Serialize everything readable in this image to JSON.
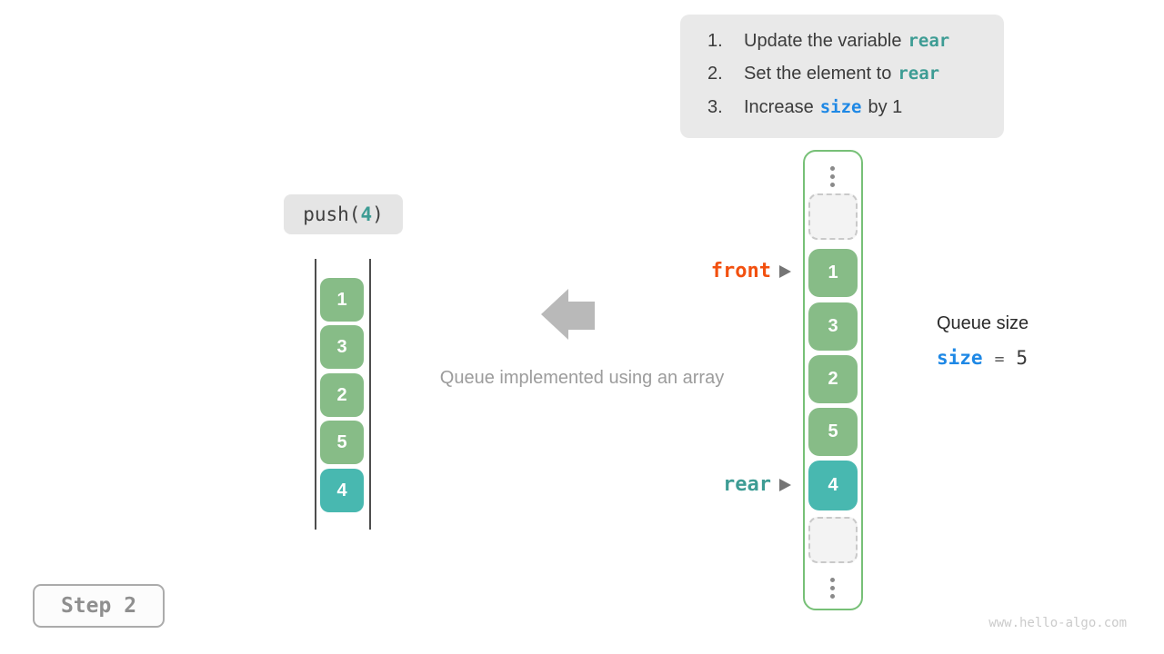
{
  "colors": {
    "green_cell": "#87bc87",
    "teal_cell": "#48b8b0",
    "container_border_green": "#77c077",
    "front_orange": "#f2500f",
    "rear_teal": "#3d9c94",
    "size_blue": "#1e88e5",
    "panel_gray": "#e9e9e9",
    "arrow_gray": "#b9b9b9"
  },
  "icons": {
    "direction_arrow": "arrow-left",
    "pointer": "arrow-right-triangle",
    "ellipsis": "vertical-dots"
  },
  "instructions": {
    "item1": {
      "num": "1.",
      "pre": "Update the variable",
      "code": "rear"
    },
    "item2": {
      "num": "2.",
      "pre": "Set the element to",
      "code": "rear"
    },
    "item3": {
      "num": "3.",
      "pre": "Increase",
      "code": "size",
      "post": "by 1"
    }
  },
  "push_label": {
    "fn": "push(",
    "arg": "4",
    "close": ")"
  },
  "left_queue": {
    "values": [
      "1",
      "3",
      "2",
      "5",
      "4"
    ]
  },
  "right_array": {
    "cells": [
      "1",
      "3",
      "2",
      "5",
      "4"
    ],
    "front_label": "front",
    "rear_label": "rear"
  },
  "caption": "Queue implemented using an array",
  "queue_size": {
    "title": "Queue size",
    "var": "size",
    "eq": "=",
    "value": "5"
  },
  "step_badge": "Step 2",
  "watermark": "www.hello-algo.com"
}
